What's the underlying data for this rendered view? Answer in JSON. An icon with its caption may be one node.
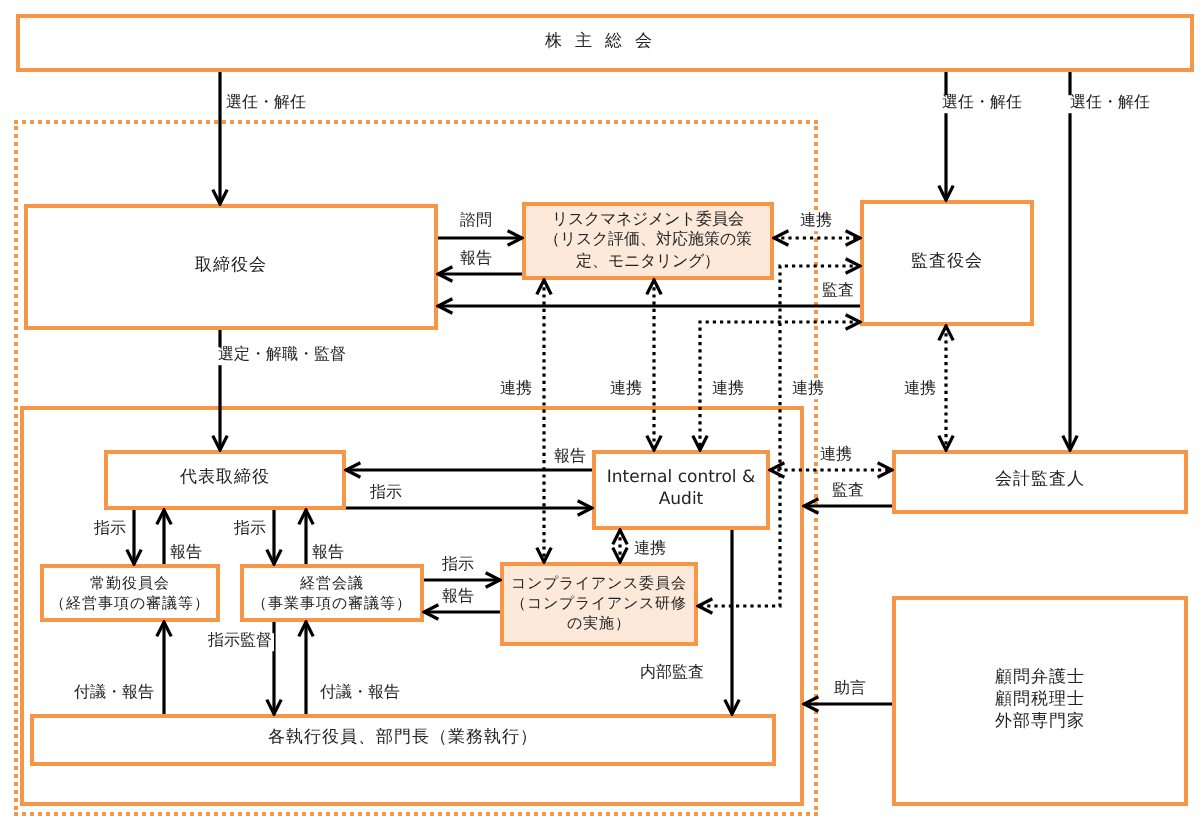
{
  "diagram": {
    "nodes": [
      {
        "text": [
          "株主総会"
        ]
      },
      {
        "text": [],
        "shape": "box"
      },
      {
        "text": [
          "取締役会"
        ],
        "in": 1
      },
      {
        "text": [
          "リスクマネジメント委員会",
          "（リスク評価、対応施策の策定、モニタリング）"
        ],
        "in": 1
      },
      {
        "text": [
          "監査役会"
        ]
      },
      {
        "text": [],
        "shape": "box",
        "in": 1
      },
      {
        "text": [
          "代表取締役"
        ],
        "in": 5
      },
      {
        "text": [
          "Internal control & Audit"
        ],
        "in": 5
      },
      {
        "text": [
          "会計監査人"
        ]
      },
      {
        "text": [
          "常勤役員会",
          "（経営事項の審議等）"
        ],
        "in": 5
      },
      {
        "text": [
          "経営会議",
          "（事業事項の審議等）"
        ],
        "in": 5
      },
      {
        "text": [
          "コンプライアンス委員会",
          "（コンプライアンス研修の実施）"
        ],
        "in": 5
      },
      {
        "text": [
          "各執行役員、部門長（業務執行）"
        ],
        "in": 5
      },
      {
        "text": [
          "顧問弁護士",
          "顧問税理士",
          "外部専門家"
        ]
      }
    ],
    "edges": [
      {
        "from": 0,
        "to": 2,
        "arrow": "to",
        "label": "選任・解任"
      },
      {
        "from": 0,
        "to": 4,
        "arrow": "to",
        "label": "選任・解任"
      },
      {
        "from": 0,
        "to": 8,
        "arrow": "to",
        "label": "選任・解任"
      },
      {
        "from": 2,
        "to": 3,
        "arrow": "to",
        "label": "諮問"
      },
      {
        "from": 3,
        "to": 2,
        "arrow": "to",
        "label": "報告"
      },
      {
        "from": 4,
        "to": 2,
        "arrow": "to",
        "label": "監査"
      },
      {
        "from": 3,
        "to": 4,
        "arrow": "both",
        "label": "連携",
        "style": "dashed"
      },
      {
        "from": 3,
        "to": 11,
        "arrow": "both",
        "label": "連携",
        "style": "dashed"
      },
      {
        "from": 3,
        "to": 7,
        "arrow": "both",
        "label": "連携",
        "style": "dashed"
      },
      {
        "from": 4,
        "to": 7,
        "arrow": "both",
        "label": "連携",
        "style": "dashed"
      },
      {
        "from": 4,
        "to": 11,
        "arrow": "both",
        "label": "連携",
        "style": "dashed"
      },
      {
        "from": 4,
        "to": 8,
        "arrow": "both",
        "label": "連携",
        "style": "dashed"
      },
      {
        "from": 7,
        "to": 8,
        "arrow": "both",
        "label": "連携",
        "style": "dashed"
      },
      {
        "from": 8,
        "to": 5,
        "arrow": "to",
        "label": "監査"
      },
      {
        "from": 2,
        "to": 6,
        "arrow": "to",
        "label": "選定・解職・監督"
      },
      {
        "from": 7,
        "to": 6,
        "arrow": "to",
        "label": "報告"
      },
      {
        "from": 6,
        "to": 7,
        "arrow": "to",
        "label": "指示"
      },
      {
        "from": 6,
        "to": 9,
        "arrow": "to",
        "label": "指示"
      },
      {
        "from": 9,
        "to": 6,
        "arrow": "to",
        "label": "報告"
      },
      {
        "from": 6,
        "to": 10,
        "arrow": "to",
        "label": "指示"
      },
      {
        "from": 10,
        "to": 6,
        "arrow": "to",
        "label": "報告"
      },
      {
        "from": 10,
        "to": 11,
        "arrow": "to",
        "label": "指示"
      },
      {
        "from": 11,
        "to": 10,
        "arrow": "to",
        "label": "報告"
      },
      {
        "from": 7,
        "to": 11,
        "arrow": "both",
        "label": "連携",
        "style": "dashed"
      },
      {
        "from": 7,
        "to": 12,
        "arrow": "to",
        "label": "内部監査"
      },
      {
        "from": 12,
        "to": 9,
        "arrow": "to",
        "label": "付議・報告"
      },
      {
        "from": 10,
        "to": 12,
        "arrow": "to",
        "label": "指示監督"
      },
      {
        "from": 12,
        "to": 10,
        "arrow": "to",
        "label": "付議・報告"
      },
      {
        "from": 13,
        "to": 5,
        "arrow": "to",
        "label": "助言"
      }
    ]
  }
}
